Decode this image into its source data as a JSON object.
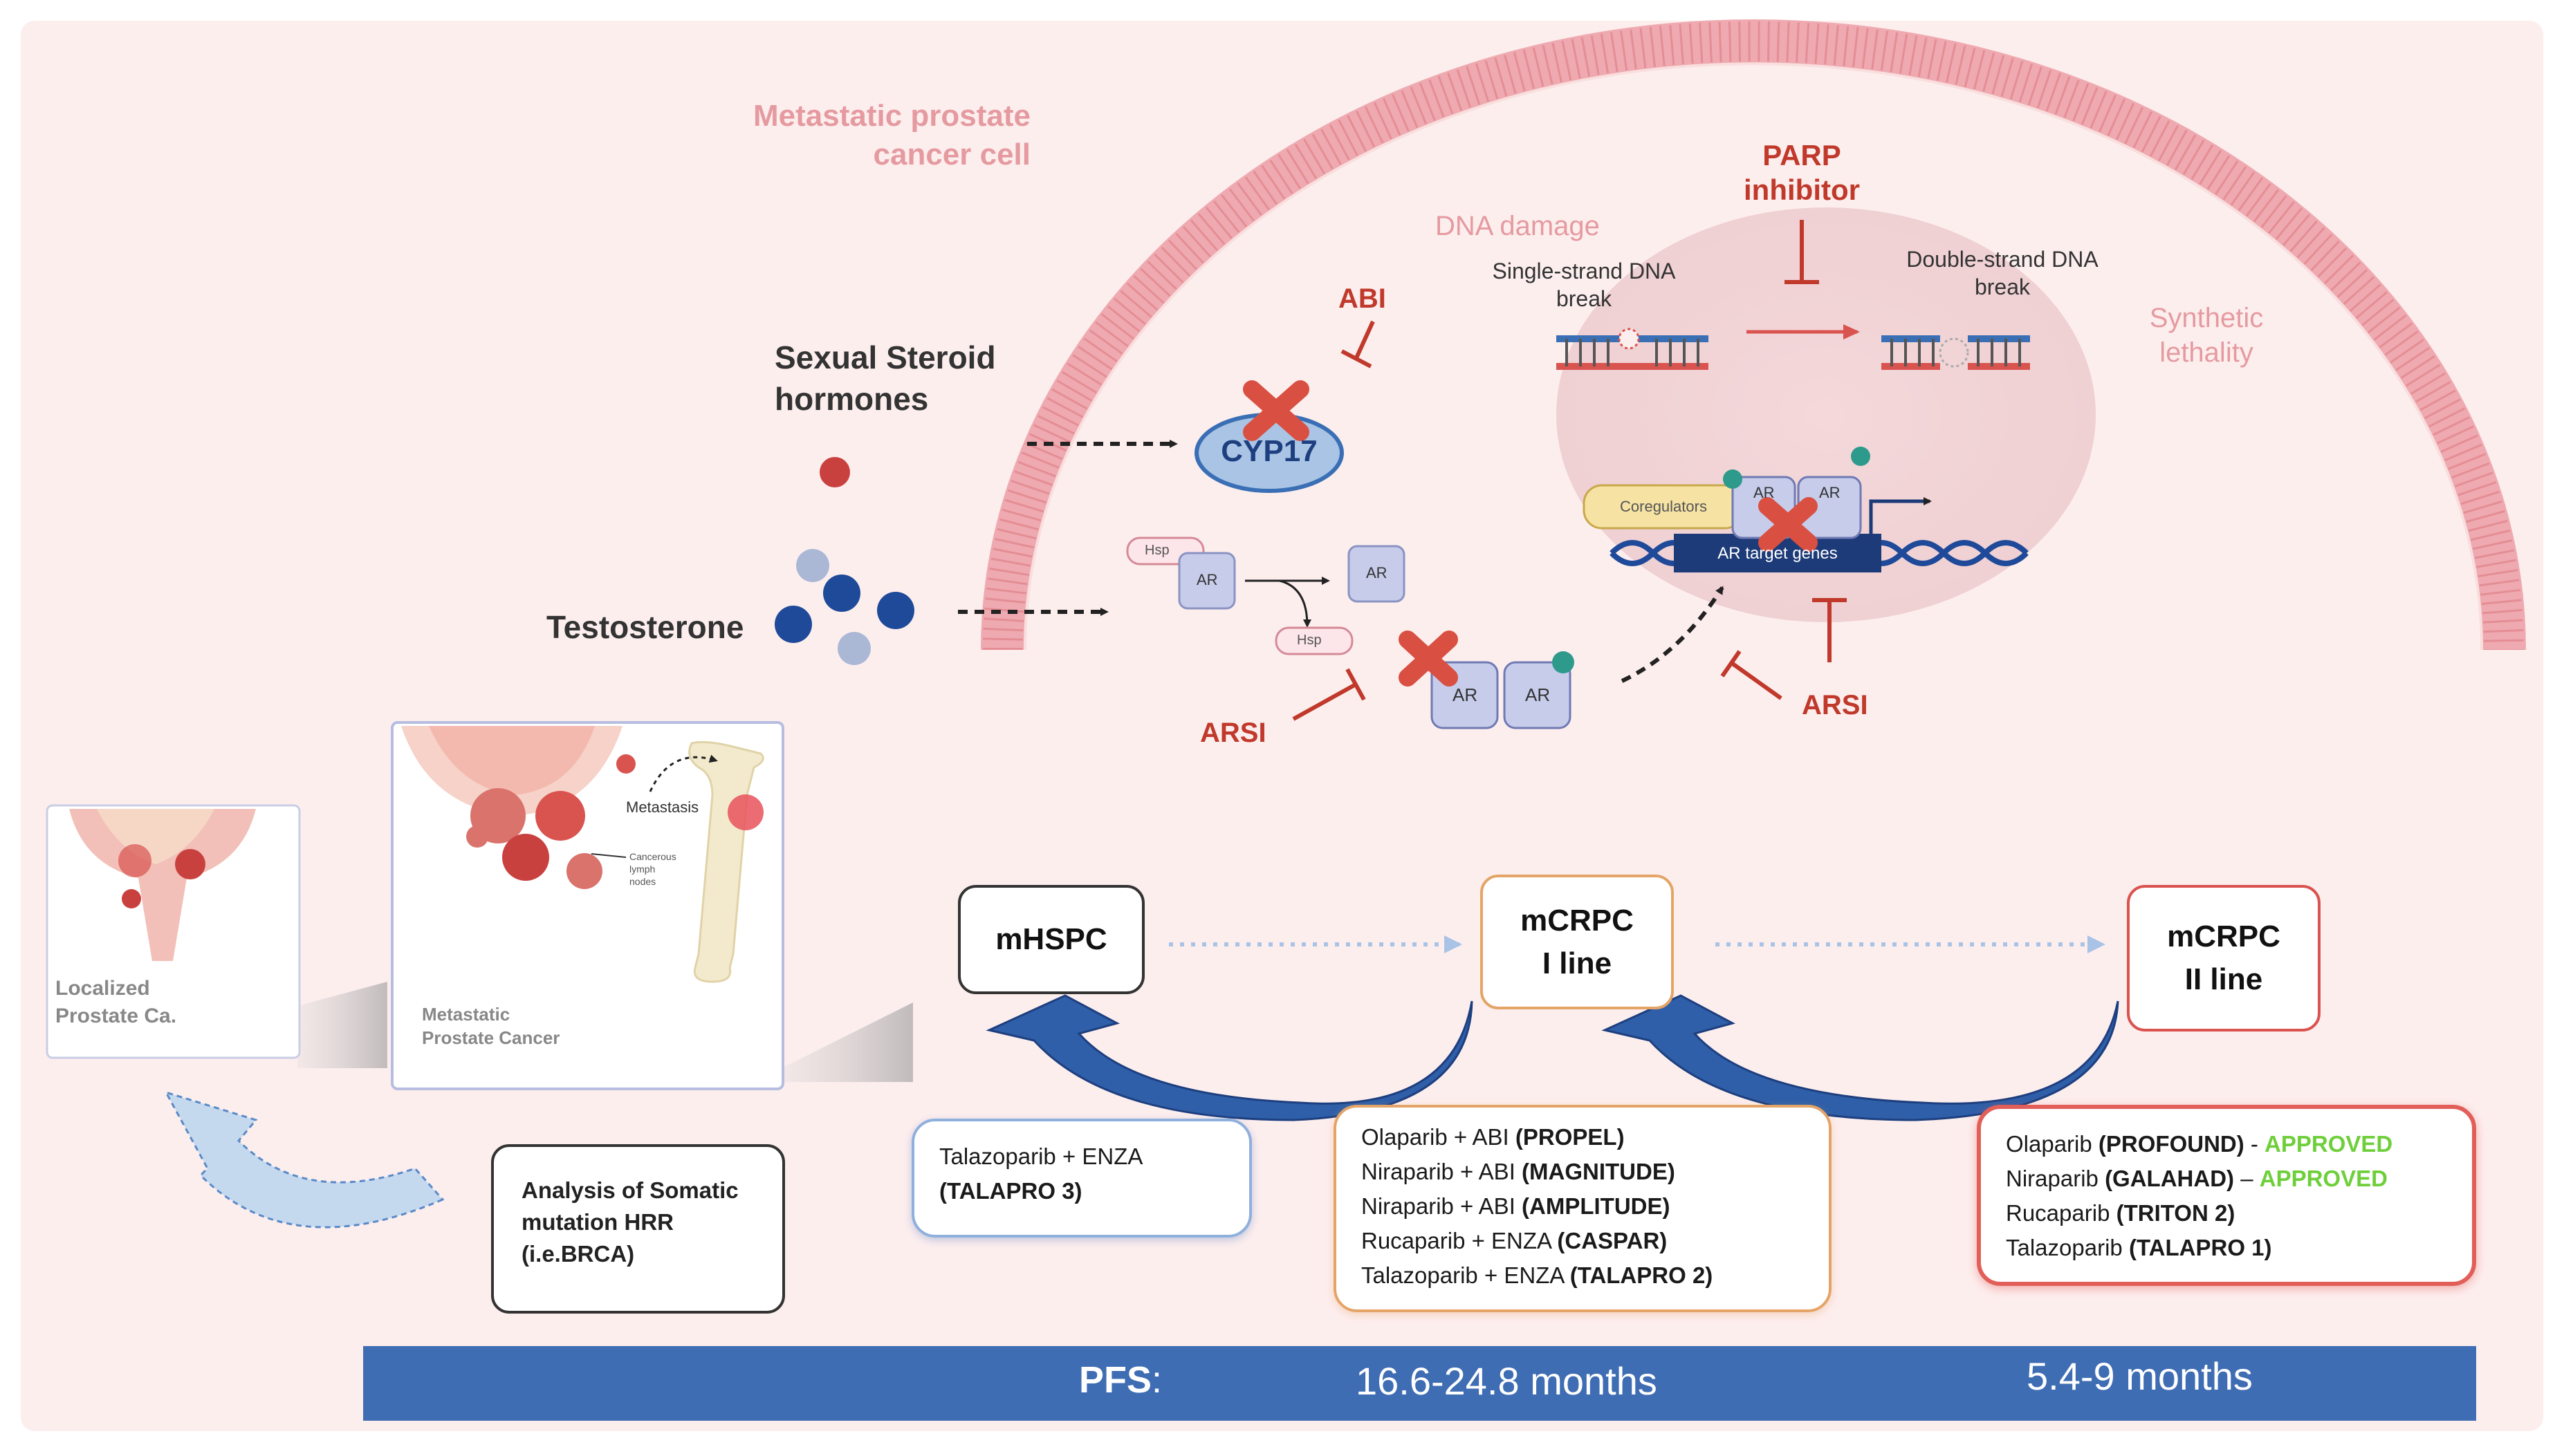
{
  "cell": {
    "title_line1": "Metastatic prostate",
    "title_line2": "cancer cell",
    "dna_damage": "DNA damage",
    "ssb_line1": "Single-strand DNA",
    "ssb_line2": "break",
    "dsb_line1": "Double-strand DNA",
    "dsb_line2": "break",
    "parp_line1": "PARP",
    "parp_line2": "inhibitor",
    "synthetic_line1": "Synthetic",
    "synthetic_line2": "lethality",
    "abi": "ABI",
    "cyp17": "CYP17",
    "sexual_line1": "Sexual Steroid",
    "sexual_line2": "hormones",
    "testosterone": "Testosterone",
    "arsi_left": "ARSI",
    "arsi_right": "ARSI",
    "hsp": "Hsp",
    "ar": "AR",
    "coregulators": "Coregulators",
    "ar_target": "AR target genes"
  },
  "anatomy": {
    "localized_line1": "Localized",
    "localized_line2": "Prostate Ca.",
    "metastasis": "Metastasis",
    "lymph_line1": "Cancerous",
    "lymph_line2": "lymph",
    "lymph_line3": "nodes",
    "metastatic_line1": "Metastatic",
    "metastatic_line2": "Prostate Cancer",
    "analysis_line1": "Analysis of Somatic",
    "analysis_line2": "mutation HRR",
    "analysis_line3": "(i.e.BRCA)"
  },
  "stages": {
    "mhspc": "mHSPC",
    "mcrpc1_line1": "mCRPC",
    "mcrpc1_line2": "I line",
    "mcrpc2_line1": "mCRPC",
    "mcrpc2_line2": "II line"
  },
  "trials": {
    "t1": {
      "drug": "Talazoparib + ENZA",
      "name": "(TALAPRO 3)"
    },
    "t2": [
      {
        "drug": "Olaparib + ABI ",
        "name": "(PROPEL)"
      },
      {
        "drug": "Niraparib + ABI ",
        "name": "(MAGNITUDE)"
      },
      {
        "drug": "Niraparib + ABI ",
        "name": "(AMPLITUDE)"
      },
      {
        "drug": "Rucaparib + ENZA ",
        "name": "(CASPAR)"
      },
      {
        "drug": "Talazoparib + ENZA ",
        "name": "(TALAPRO 2)"
      }
    ],
    "t3": [
      {
        "drug": "Olaparib ",
        "name": "(PROFOUND)",
        "sep": " - ",
        "status": "APPROVED"
      },
      {
        "drug": "Niraparib ",
        "name": "(GALAHAD)",
        "sep": " – ",
        "status": "APPROVED"
      },
      {
        "drug": "Rucaparib ",
        "name": "(TRITON 2)",
        "sep": "",
        "status": ""
      },
      {
        "drug": "Talazoparib ",
        "name": "(TALAPRO 1)",
        "sep": "",
        "status": ""
      }
    ]
  },
  "pfs": {
    "label": "PFS",
    "colon": ":",
    "value1": "16.6-24.8 months",
    "value2": "5.4-9 months"
  },
  "colors": {
    "background": "#fdeeee",
    "accent_red": "#c0392b",
    "bar_blue": "#3f6db3",
    "curve_blue": "#2f5fa8",
    "approved_green": "#6fcf3b"
  }
}
